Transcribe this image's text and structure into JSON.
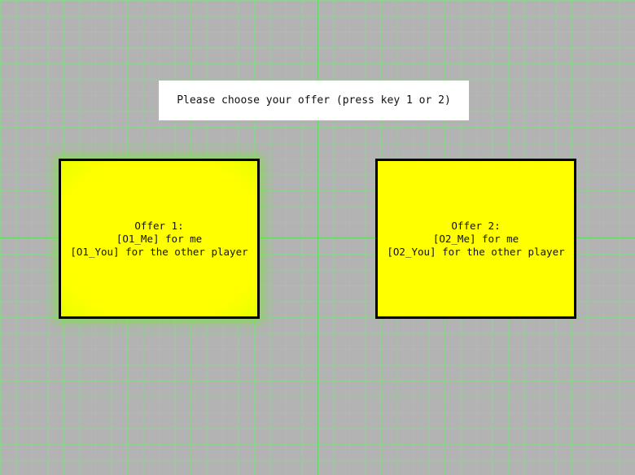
{
  "instruction": {
    "text": "Please choose your offer (press key 1 or 2)"
  },
  "offers": [
    {
      "title": "Offer 1:",
      "me_line": "[O1_Me] for me",
      "you_line": "[O1_You] for the other player",
      "selected": true
    },
    {
      "title": "Offer 2:",
      "me_line": "[O2_Me] for me",
      "you_line": "[O2_You] for the other player",
      "selected": false
    }
  ],
  "colors": {
    "background": "#b3b3b3",
    "grid": "#78e678",
    "offer_fill": "#ffff00",
    "offer_border": "#000000",
    "highlight_glow": "#78e63c",
    "instruction_bg": "#ffffff"
  }
}
